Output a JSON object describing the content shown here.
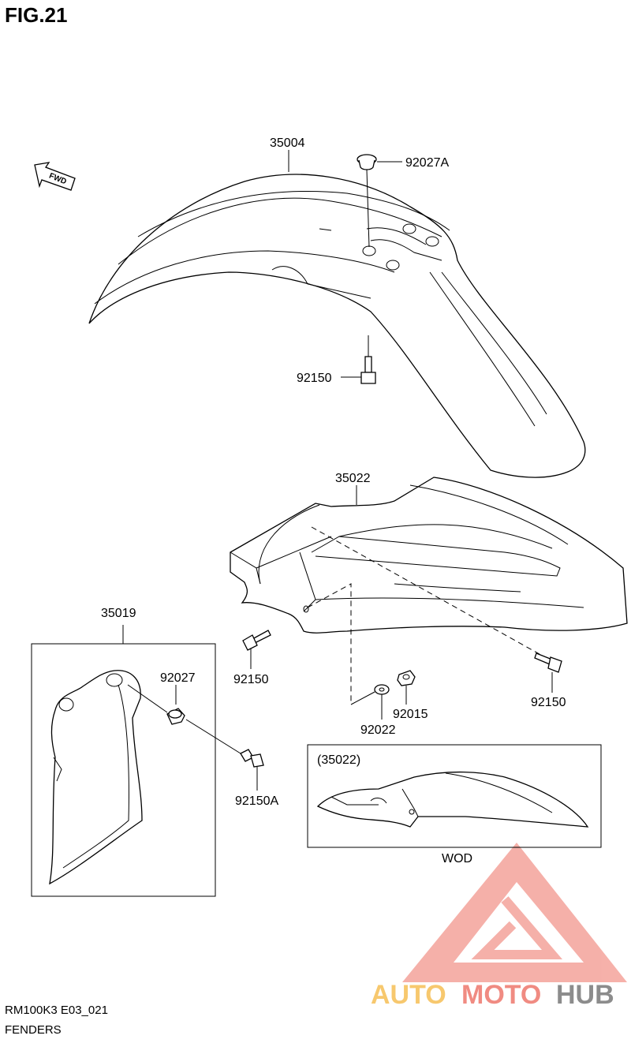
{
  "figure": {
    "title": "FIG.21",
    "code": "RM100K3 E03_021",
    "caption": "FENDERS"
  },
  "direction_marker": {
    "text": "FWD",
    "icon": "fwd-arrow-icon"
  },
  "parts": {
    "front_fender": "35004",
    "cushion_top": "92027A",
    "bolt_front_fender": "92150",
    "rear_fender": "35022",
    "mud_guard": "35019",
    "bolt_rear_left": "92150",
    "bolt_rear_right": "92150",
    "washer": "92022",
    "nut": "92015",
    "cushion_guard": "92027",
    "bolt_guard": "92150A"
  },
  "inset": {
    "label": "(35022)",
    "caption": "WOD"
  },
  "watermark": {
    "part1": "AUTO",
    "part2": "MOTO",
    "part3": "HUB",
    "colors": {
      "auto": "#f7c86e",
      "moto": "#f08b82",
      "hub": "#8c8c8c",
      "logo": "#f4a39b"
    }
  }
}
